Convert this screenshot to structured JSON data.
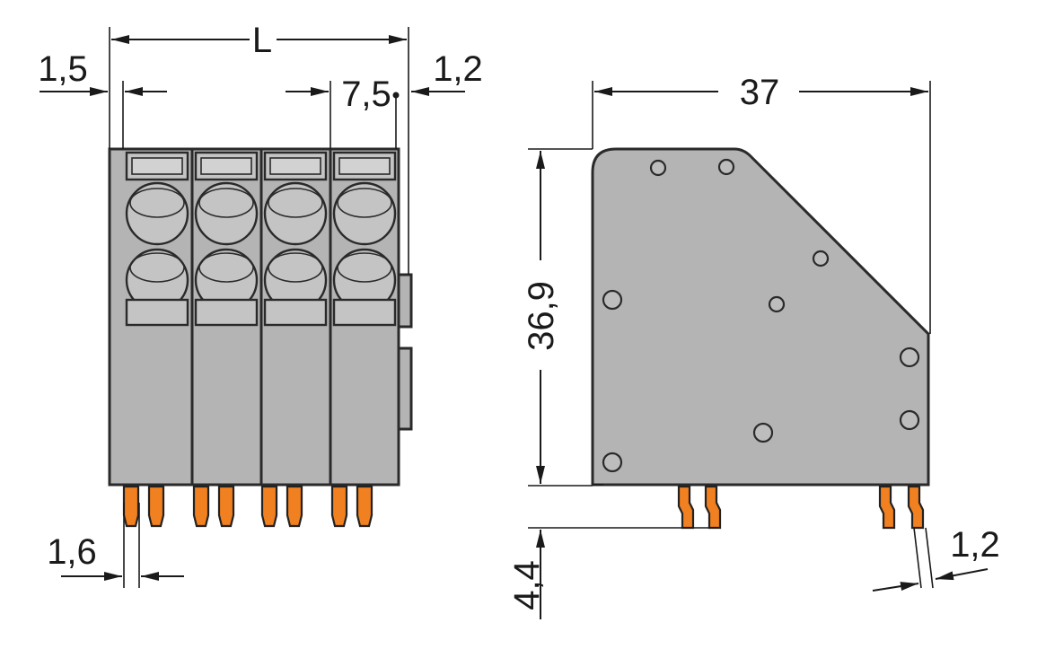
{
  "colors": {
    "housing": "#b4b4b4",
    "housing_face": "#c4c4c4",
    "pins": "#f08020",
    "lines": "#1a1a1a"
  },
  "front_view": {
    "length_label": "L",
    "left_offset_label": "1,5",
    "pitch_label": "7,5",
    "right_offset_label": "1,2",
    "pin_width_label": "1,6"
  },
  "side_view": {
    "depth_label": "37",
    "height_label": "36,9",
    "pin_length_label": "4,4",
    "pin_thickness_label": "1,2"
  }
}
